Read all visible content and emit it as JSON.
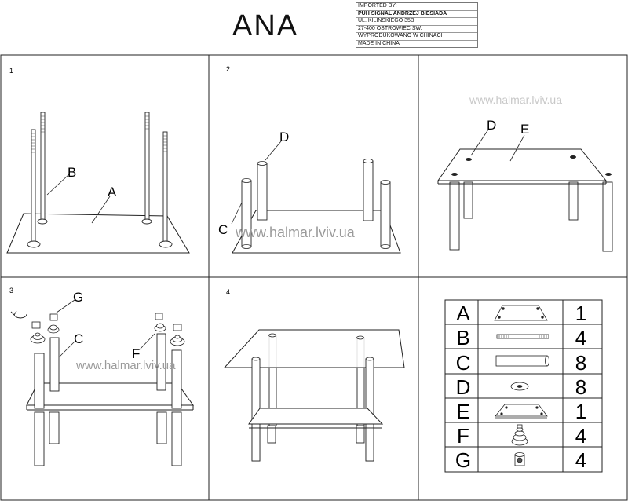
{
  "title": "ANA",
  "importer": {
    "lines": [
      "IMPORTED BY:",
      "PUH SIGNAL ANDRZEJ BIESIADA",
      "UL. KILINSKIEGO 35B",
      "27-400 OSTROWIEC SW.",
      "WYPRODUKOWANO W CHINACH",
      "MADE IN CHINA"
    ]
  },
  "watermark": "www.halmar.lviv.ua",
  "steps": {
    "s1": {
      "number": "1",
      "labels": {
        "a": "A",
        "b": "B"
      }
    },
    "s2": {
      "number": "2",
      "labels": {
        "c": "C",
        "d": "D"
      }
    },
    "s2b": {
      "labels": {
        "d": "D",
        "e": "E"
      }
    },
    "s3": {
      "number": "3",
      "labels": {
        "c": "C",
        "f": "F",
        "g": "G"
      }
    },
    "s4": {
      "number": "4"
    }
  },
  "parts": [
    {
      "letter": "A",
      "qty": "1",
      "icon": "glass-top-icon"
    },
    {
      "letter": "B",
      "qty": "4",
      "icon": "threaded-rod-icon"
    },
    {
      "letter": "C",
      "qty": "8",
      "icon": "tube-leg-icon"
    },
    {
      "letter": "D",
      "qty": "8",
      "icon": "washer-icon"
    },
    {
      "letter": "E",
      "qty": "1",
      "icon": "shelf-glass-icon"
    },
    {
      "letter": "F",
      "qty": "4",
      "icon": "cone-foot-icon"
    },
    {
      "letter": "G",
      "qty": "4",
      "icon": "cap-nut-icon"
    }
  ]
}
